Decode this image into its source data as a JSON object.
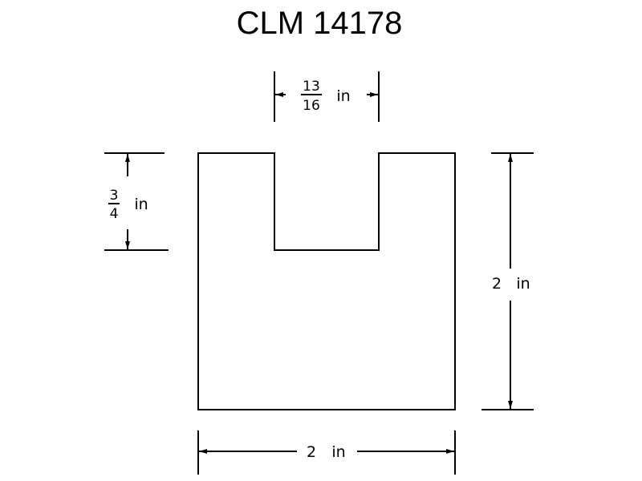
{
  "title": "CLM 14178",
  "dimensions": {
    "slot_width": {
      "numerator": "13",
      "denominator": "16",
      "unit": "in"
    },
    "slot_depth": {
      "numerator": "3",
      "denominator": "4",
      "unit": "in"
    },
    "height": {
      "value": "2",
      "unit": "in"
    },
    "width": {
      "value": "2",
      "unit": "in"
    }
  }
}
